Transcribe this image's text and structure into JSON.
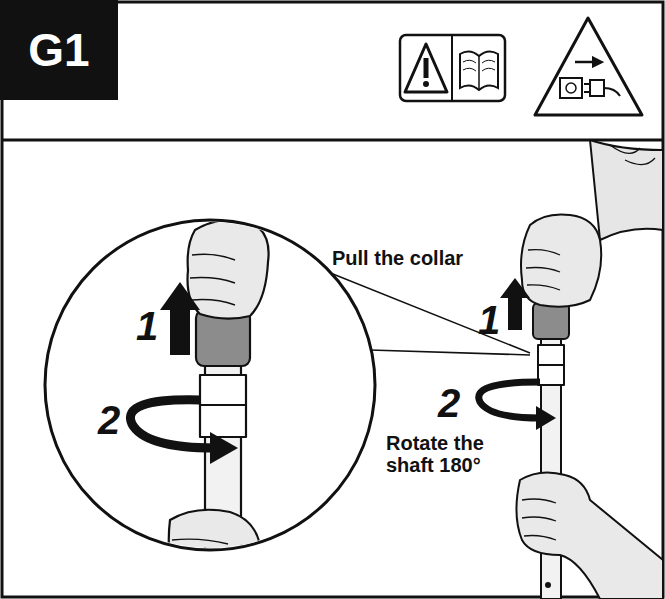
{
  "diagram": {
    "nodes": [
      {
        "text": [
          "G1"
        ]
      }
    ],
    "labels": [
      "1",
      "2",
      "Pull the collar",
      "1",
      "2",
      "Rotate the shaft 180°"
    ]
  }
}
